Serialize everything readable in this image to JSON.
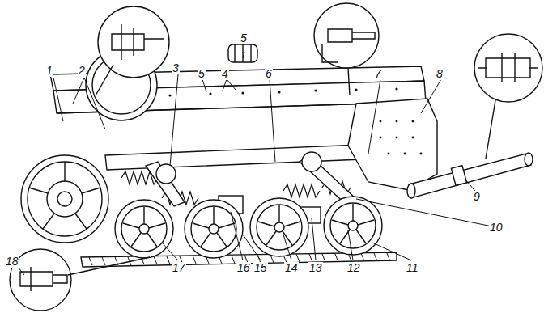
{
  "diagram": {
    "labels": [
      "1",
      "2",
      "3",
      "5",
      "4",
      "5",
      "6",
      "7",
      "8",
      "9",
      "10",
      "11",
      "12",
      "13",
      "14",
      "15",
      "16",
      "17",
      "18"
    ]
  }
}
